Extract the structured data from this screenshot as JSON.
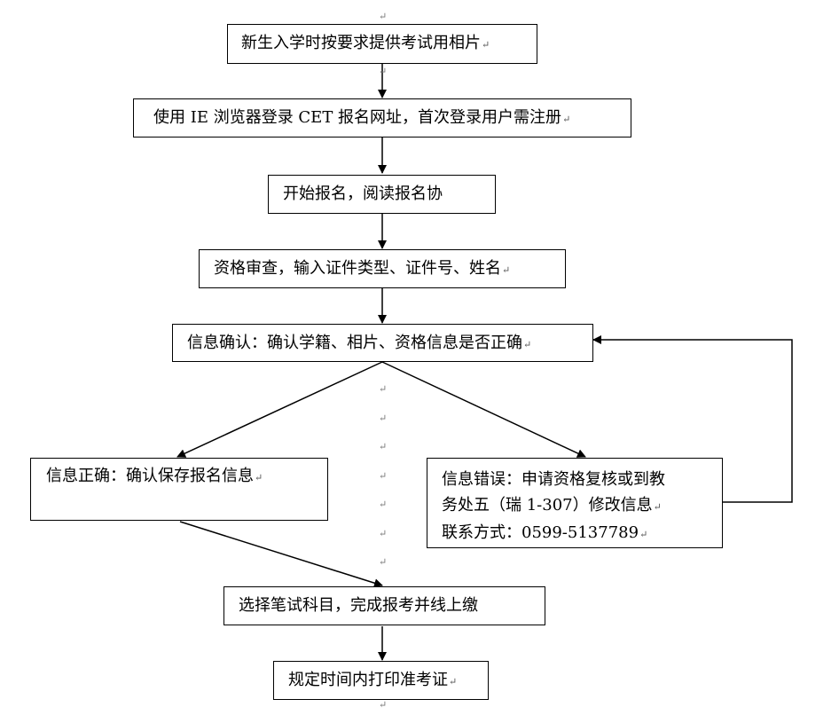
{
  "paragraph_mark": "↵",
  "steps": {
    "photo": "新生入学时按要求提供考试用相片",
    "login": "使用 IE 浏览器登录 CET 报名网址，首次登录用户需注册",
    "agreement": "开始报名，阅读报名协",
    "review": "资格审查，输入证件类型、证件号、姓名",
    "confirm": "信息确认：确认学籍、相片、资格信息是否正确",
    "correct": "信息正确：确认保存报名信息",
    "wrong_line1": "信息错误：申请资格复核或到教",
    "wrong_line2": "务处五（瑞 1-307）修改信息",
    "wrong_line3": "联系方式：0599-5137789",
    "select": "选择笔试科目，完成报考并线上缴",
    "print": "规定时间内打印准考证"
  }
}
